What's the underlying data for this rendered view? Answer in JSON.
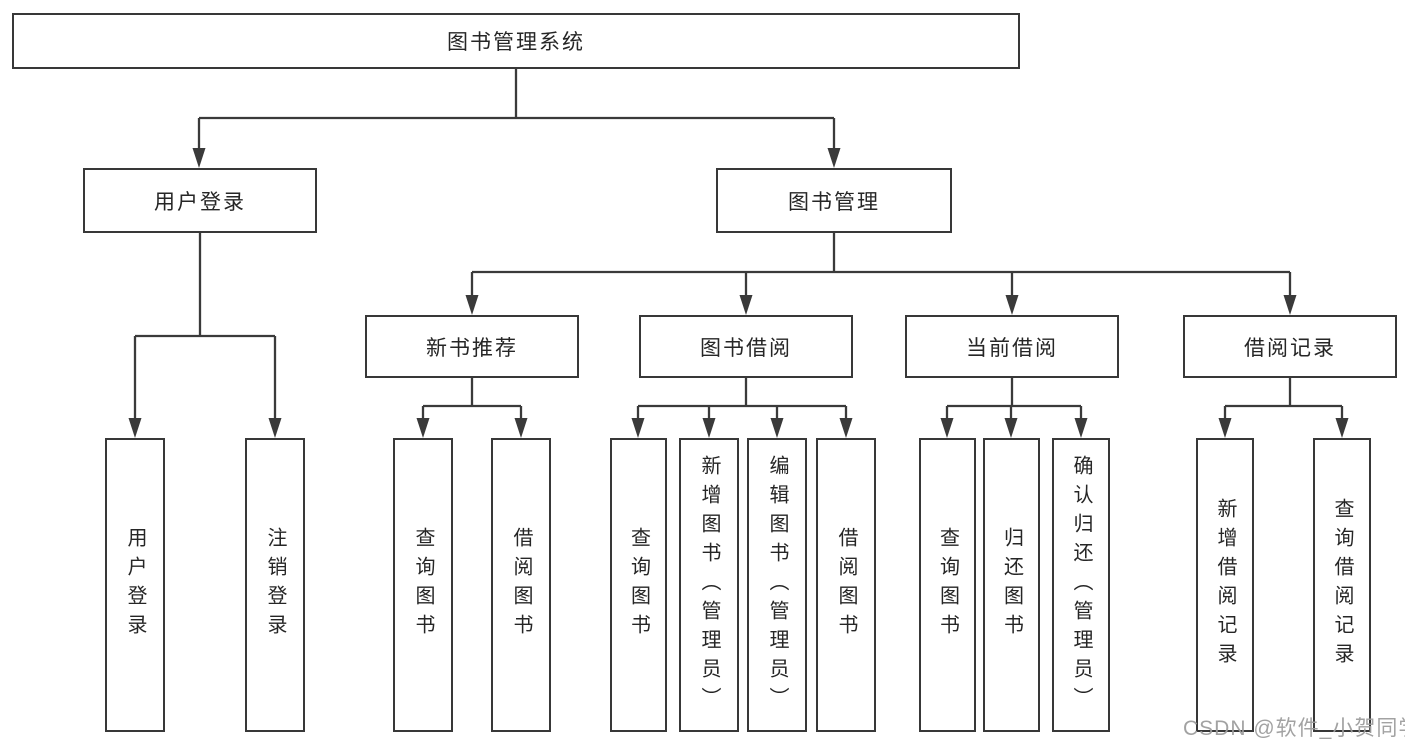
{
  "diagram": {
    "title": "图书管理系统",
    "level1": [
      {
        "label": "用户登录"
      },
      {
        "label": "图书管理"
      }
    ],
    "level2": [
      {
        "label": "新书推荐"
      },
      {
        "label": "图书借阅"
      },
      {
        "label": "当前借阅"
      },
      {
        "label": "借阅记录"
      }
    ],
    "leaves": [
      {
        "label": "用户登录"
      },
      {
        "label": "注销登录"
      },
      {
        "label": "查询图书"
      },
      {
        "label": "借阅图书"
      },
      {
        "label": "查询图书"
      },
      {
        "label": "新增图书（管理员）"
      },
      {
        "label": "编辑图书（管理员）"
      },
      {
        "label": "借阅图书"
      },
      {
        "label": "查询图书"
      },
      {
        "label": "归还图书"
      },
      {
        "label": "确认归还（管理员）"
      },
      {
        "label": "新增借阅记录"
      },
      {
        "label": "查询借阅记录"
      }
    ],
    "watermark": "CSDN @软件_小贺同学",
    "colors": {
      "line": "#3a3a3a",
      "border": "#383838",
      "text": "#262626",
      "watermark": "#9e9e9e",
      "background": "#ffffff"
    }
  }
}
